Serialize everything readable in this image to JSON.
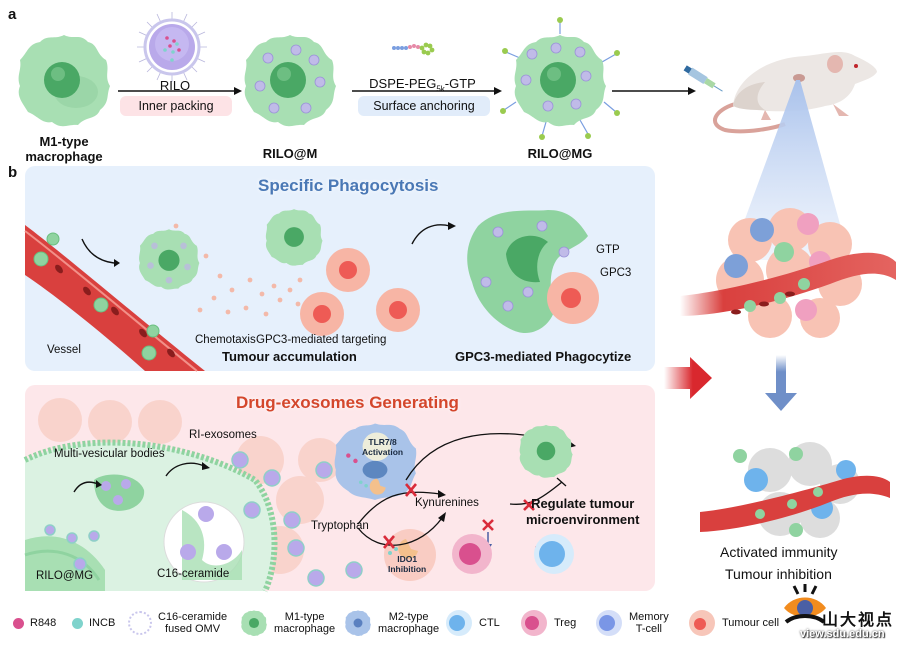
{
  "panel_a": {
    "letter": "a",
    "cells": {
      "m1": "M1-type\nmacrophage",
      "rilo_m": "RILO@M",
      "rilo_mg": "RILO@MG"
    },
    "step1": {
      "top_label": "RILO",
      "pill_label": "Inner packing"
    },
    "step2": {
      "top_label": "DSPE-PEG",
      "top_sub": "5k",
      "top_suffix": "-GTP",
      "pill_label": "Surface anchoring"
    }
  },
  "panel_b": {
    "letter": "b",
    "phagocytosis": {
      "title": "Specific Phagocytosis",
      "vessel_label": "Vessel",
      "chemotaxis_label": "Chemotaxis",
      "targeting_label": "GPC3-mediated targeting",
      "accumulation_label": "Tumour accumulation",
      "gtp_label": "GTP",
      "gpc3_label": "GPC3",
      "phagocytize_label": "GPC3-mediated Phagocytize"
    },
    "exosomes": {
      "title": "Drug-exosomes Generating",
      "ri_exosomes_label": "RI-exosomes",
      "mvb_label": "Multi-vesicular bodies",
      "ceramide_label": "C16-ceramide",
      "rilo_mg_label": "RILO@MG",
      "tlr_label_1": "TLR7/8",
      "tlr_label_2": "Activation",
      "ido_label_1": "IDO1",
      "ido_label_2": "Inhibition",
      "tryptophan_label": "Tryptophan",
      "kynurenines_label": "Kynurenines",
      "regulate_label_1": "Regulate tumour",
      "regulate_label_2": "microenvironment"
    },
    "outcome": {
      "line1": "Activated immunity",
      "line2": "Tumour inhibition"
    }
  },
  "legend": [
    {
      "name": "R848",
      "color": "#d9508e"
    },
    {
      "name": "INCB",
      "color": "#7fd3cc"
    },
    {
      "name": "C16-ceramide\nfused OMV",
      "color": "#ffffff"
    },
    {
      "name": "M1-type\nmacrophage",
      "color": "#8fd3a0"
    },
    {
      "name": "M2-type\nmacrophage",
      "color": "#8fb0e0"
    },
    {
      "name": "CTL",
      "color": "#a9d3f5"
    },
    {
      "name": "Treg",
      "color": "#f0a0c0"
    },
    {
      "name": "Memory\nT-cell",
      "color": "#9bb5ee"
    },
    {
      "name": "Tumour cell",
      "color": "#f7b5a5"
    }
  ],
  "watermark": {
    "chinese": "山大视点",
    "url": "view.sdu.edu.cn",
    "overlay_text": "tumour cell"
  },
  "colors": {
    "macrophage_green": "#8fd3a0",
    "nucleus_green": "#4aa865",
    "vesicle_purple": "#b9b3e8",
    "tumour_pink": "#f7b5a5",
    "vessel_red": "#d9403e",
    "title_blue": "#4a78b5",
    "title_red": "#d4472c",
    "box_blue": "#e6f0fc",
    "box_pink": "#fde7ea"
  }
}
